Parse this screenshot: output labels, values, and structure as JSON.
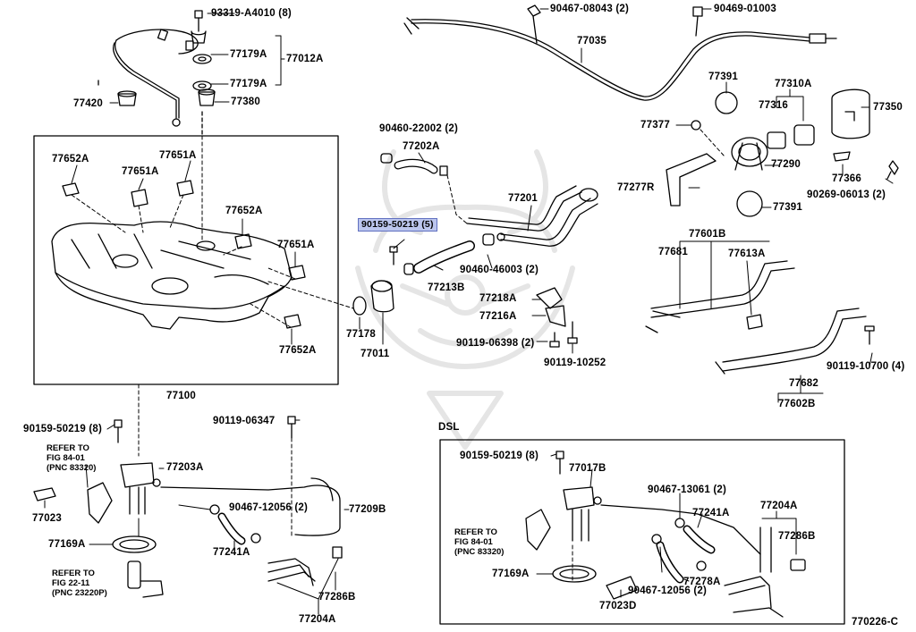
{
  "diagram_id": "770226-C",
  "dsl_title": "DSL",
  "colors": {
    "line": "#000000",
    "highlight": "#bcc6ee",
    "watermark": "#e3e3e3"
  },
  "labels": {
    "p93319": "93319-A4010 (8)",
    "p77179A_top": "77179A",
    "p77012A": "77012A",
    "p77179A_bot": "77179A",
    "p77420": "77420",
    "p77380": "77380",
    "p90467_08043": "90467-08043 (2)",
    "p90469_01003": "90469-01003",
    "p77035": "77035",
    "p77391_top": "77391",
    "p77310A": "77310A",
    "p77316": "77316",
    "p77350": "77350",
    "p77377": "77377",
    "p77290": "77290",
    "p77277R": "77277R",
    "p77366": "77366",
    "p90269": "90269-06013 (2)",
    "p77391_bot": "77391",
    "p90460_22002": "90460-22002 (2)",
    "p77202A": "77202A",
    "p77201": "77201",
    "p90159_highlight": "90159-50219 (5)",
    "p77213B": "77213B",
    "p90460_46003": "90460-46003 (2)",
    "p77218A": "77218A",
    "p77216A": "77216A",
    "p90119_06398": "90119-06398 (2)",
    "p90119_10252": "90119-10252",
    "p77178": "77178",
    "p77011": "77011",
    "p77652A_1": "77652A",
    "p77651A_1": "77651A",
    "p77651A_2": "77651A",
    "p77652A_2": "77652A",
    "p77651A_3": "77651A",
    "p77652A_3": "77652A",
    "p77100": "77100",
    "p77601B": "77601B",
    "p77681": "77681",
    "p77613A": "77613A",
    "p90119_10700": "90119-10700 (4)",
    "p77682": "77682",
    "p77602B": "77602B",
    "p90159_left": "90159-50219 (8)",
    "p77203A": "77203A",
    "p90119_06347": "90119-06347",
    "p77023": "77023",
    "p90467_12056_l": "90467-12056 (2)",
    "p77209B": "77209B",
    "p77241A_l": "77241A",
    "p77169A_l": "77169A",
    "p77286B_l": "77286B",
    "p77204A_l": "77204A",
    "p90159_dsl": "90159-50219 (8)",
    "p77017B": "77017B",
    "p90467_13061": "90467-13061 (2)",
    "p77241A_r": "77241A",
    "p77204A_r": "77204A",
    "p77286B_r": "77286B",
    "p77169A_r": "77169A",
    "p77023D": "77023D",
    "p90467_12056_r": "90467-12056 (2)",
    "p77278A": "77278A"
  },
  "notes": {
    "refer1": [
      "REFER TO",
      "FIG 84-01",
      "(PNC 83320)"
    ],
    "refer2": [
      "REFER TO",
      "FIG 22-11",
      "(PNC 23220P)"
    ],
    "refer3": [
      "REFER TO",
      "FIG 84-01",
      "(PNC 83320)"
    ]
  }
}
